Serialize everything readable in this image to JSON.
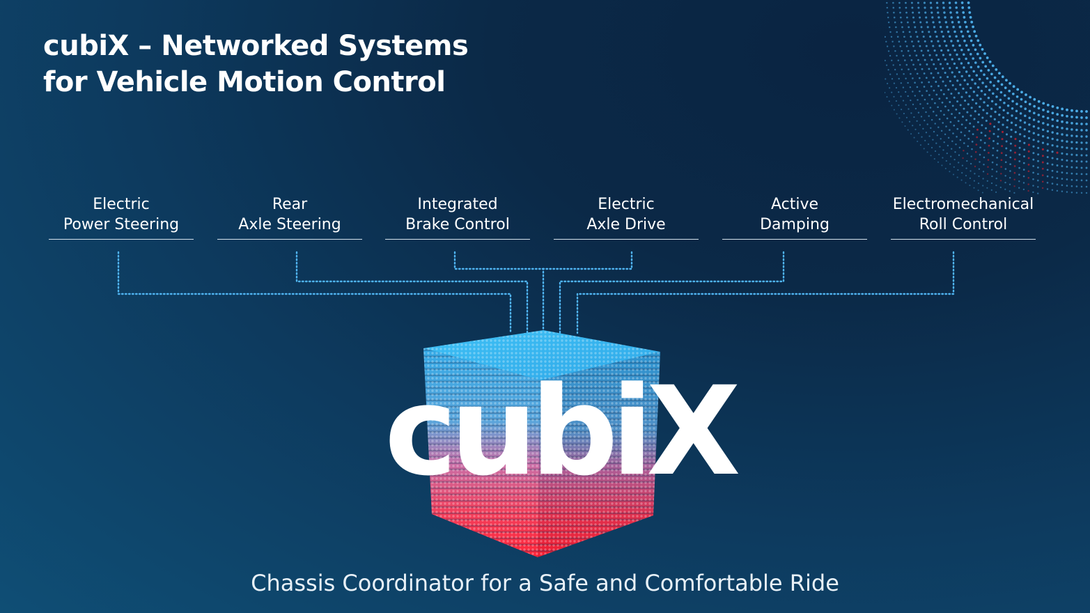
{
  "title": {
    "line1": "cubiX – Networked Systems",
    "line2": "for Vehicle Motion Control"
  },
  "systems": [
    {
      "line1": "Electric",
      "line2": "Power Steering"
    },
    {
      "line1": "Rear",
      "line2": "Axle Steering"
    },
    {
      "line1": "Integrated",
      "line2": "Brake Control"
    },
    {
      "line1": "Electric",
      "line2": "Axle Drive"
    },
    {
      "line1": "Active",
      "line2": "Damping"
    },
    {
      "line1": "Electromechanical",
      "line2": "Roll Control"
    }
  ],
  "hub": {
    "logo": "cubiX",
    "tagline": "Chassis Coordinator for a Safe and Comfortable Ride"
  },
  "colors": {
    "connector": "#4fb3f0",
    "cube_top": "#3bb8f2",
    "cube_bottom": "#ff2438",
    "accent_red": "#e0212f"
  }
}
